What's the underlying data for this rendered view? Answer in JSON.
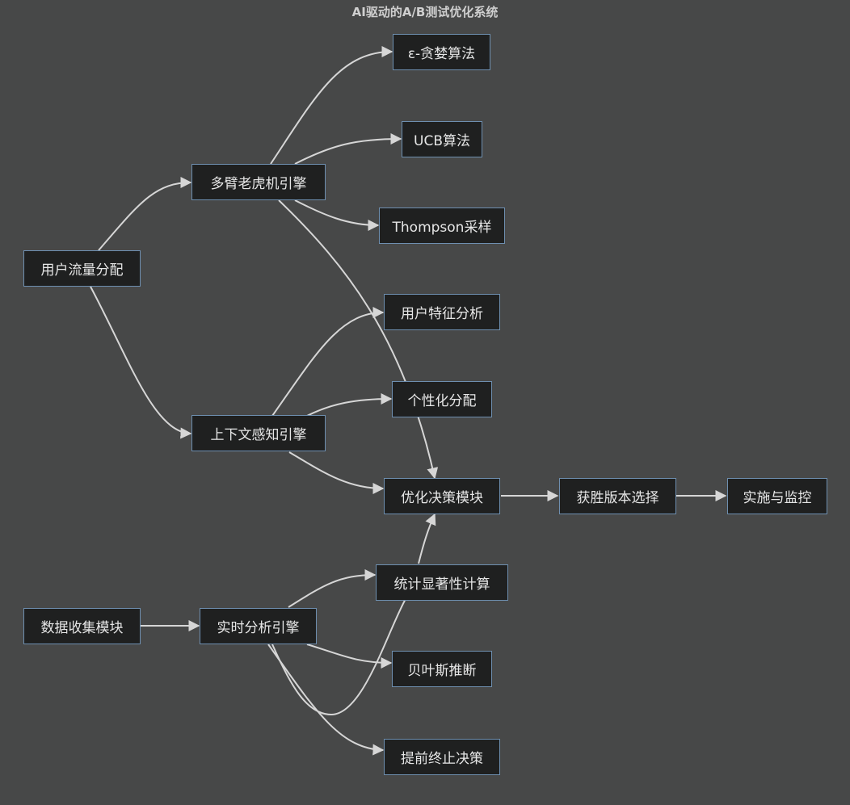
{
  "title": "AI驱动的A/B测试优化系统",
  "nodes": {
    "eps": "ε-贪婪算法",
    "ucb": "UCB算法",
    "mab": "多臂老虎机引擎",
    "thompson": "Thompson采样",
    "traffic": "用户流量分配",
    "userfeat": "用户特征分析",
    "personal": "个性化分配",
    "context": "上下文感知引擎",
    "optimize": "优化决策模块",
    "winner": "获胜版本选择",
    "deploy": "实施与监控",
    "stats": "统计显著性计算",
    "collect": "数据收集模块",
    "realtime": "实时分析引擎",
    "bayes": "贝叶斯推断",
    "earlystop": "提前终止决策"
  },
  "colors": {
    "background": "#474848",
    "node_fill": "#1f2020",
    "node_border": "#6e8fb0",
    "edge": "#d6d6d6",
    "text": "#e6e6e6"
  }
}
